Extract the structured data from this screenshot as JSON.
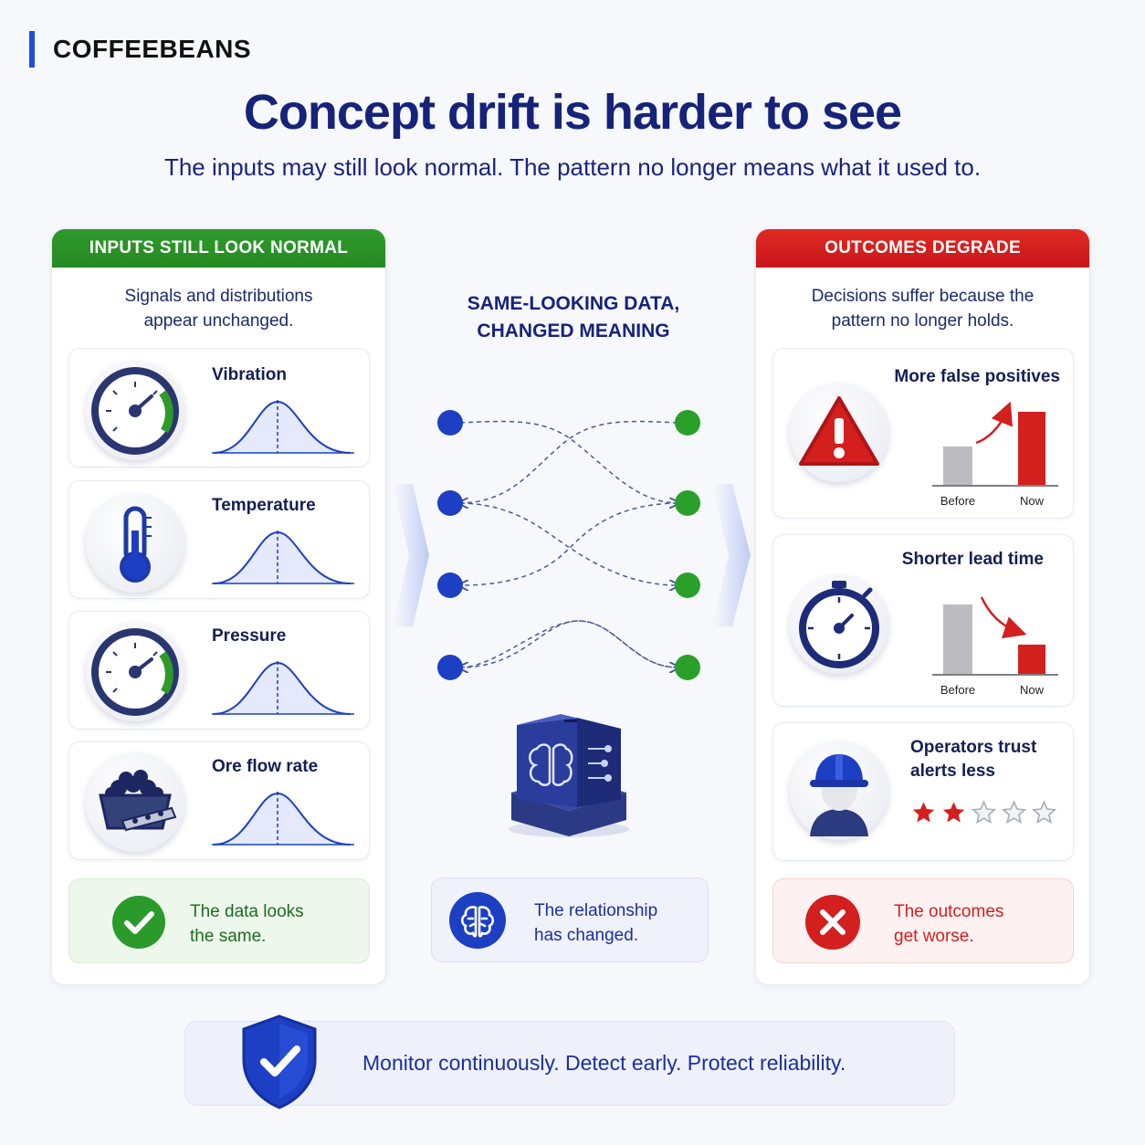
{
  "brand": {
    "name": "COFFEEBEANS"
  },
  "title": "Concept drift is harder to see",
  "subtitle": "The inputs may still look normal. The pattern no longer means what it used to.",
  "left_panel": {
    "header": "INPUTS STILL LOOK NORMAL",
    "description_lines": [
      "Signals and distributions",
      "appear unchanged."
    ],
    "signals": [
      {
        "label": "Vibration",
        "icon": "gauge-icon"
      },
      {
        "label": "Temperature",
        "icon": "thermometer-icon"
      },
      {
        "label": "Pressure",
        "icon": "gauge-icon"
      },
      {
        "label": "Ore flow rate",
        "icon": "ore-cart-icon"
      }
    ],
    "summary_lines": [
      "The data looks",
      "the same."
    ]
  },
  "middle": {
    "heading_lines": [
      "SAME-LOOKING DATA,",
      "CHANGED MEANING"
    ],
    "summary_lines": [
      "The relationship",
      "has changed."
    ]
  },
  "right_panel": {
    "header": "OUTCOMES DEGRADE",
    "description_lines": [
      "Decisions suffer because the",
      "pattern no longer holds."
    ],
    "false_positives": {
      "label": "More false positives",
      "icon": "warning-icon",
      "bar_labels": [
        "Before",
        "Now"
      ],
      "trend": "up"
    },
    "lead_time": {
      "label": "Shorter lead time",
      "icon": "stopwatch-icon",
      "bar_labels": [
        "Before",
        "Now"
      ],
      "trend": "down"
    },
    "trust": {
      "label_lines": [
        "Operators trust",
        "alerts less"
      ],
      "icon": "operator-helmet-icon",
      "rating": 2,
      "rating_max": 5
    },
    "summary_lines": [
      "The outcomes",
      "get worse."
    ]
  },
  "footer": {
    "text": "Monitor continuously. Detect early. Protect reliability.",
    "icon": "shield-check-icon"
  },
  "colors": {
    "navy": "#16237a",
    "green": "#2a922a",
    "red": "#d41f1f",
    "blue_dot": "#1d3fc4",
    "green_dot": "#2aa02a"
  }
}
